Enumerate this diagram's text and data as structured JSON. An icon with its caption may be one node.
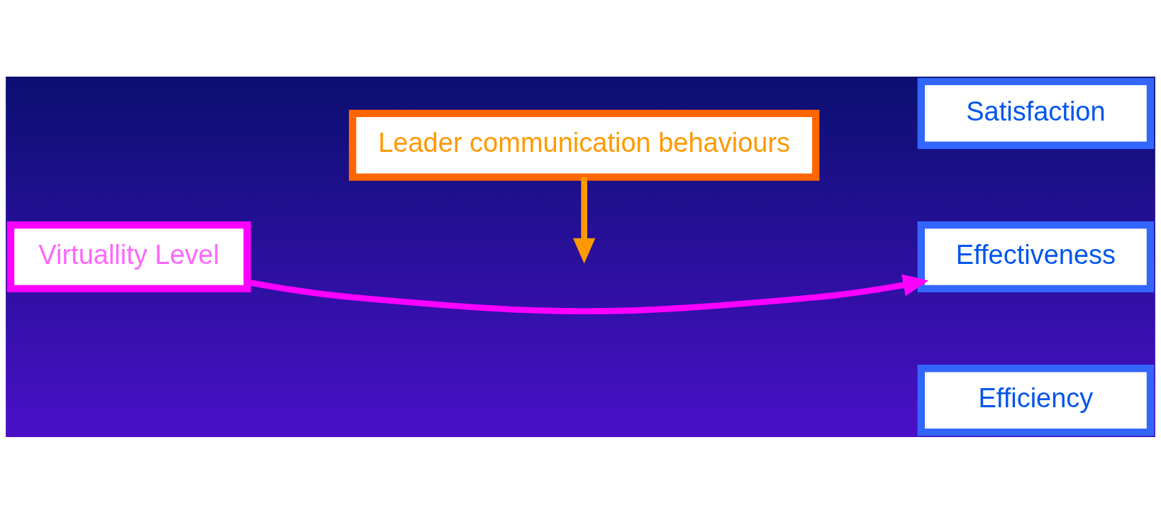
{
  "diagram": {
    "nodes": [
      {
        "text": [
          "Leader communication behaviours"
        ]
      },
      {
        "text": [
          "Virtuallity Level"
        ]
      },
      {
        "text": [
          "Satisfaction"
        ]
      },
      {
        "text": [
          "Effectiveness"
        ]
      },
      {
        "text": [
          "Efficiency"
        ]
      }
    ],
    "edges": [
      {
        "from": 0,
        "to": null,
        "arrow": "to",
        "color": "#ff9900"
      },
      {
        "from": 1,
        "to": 3,
        "arrow": "to",
        "color": "#ff00ff"
      }
    ]
  }
}
